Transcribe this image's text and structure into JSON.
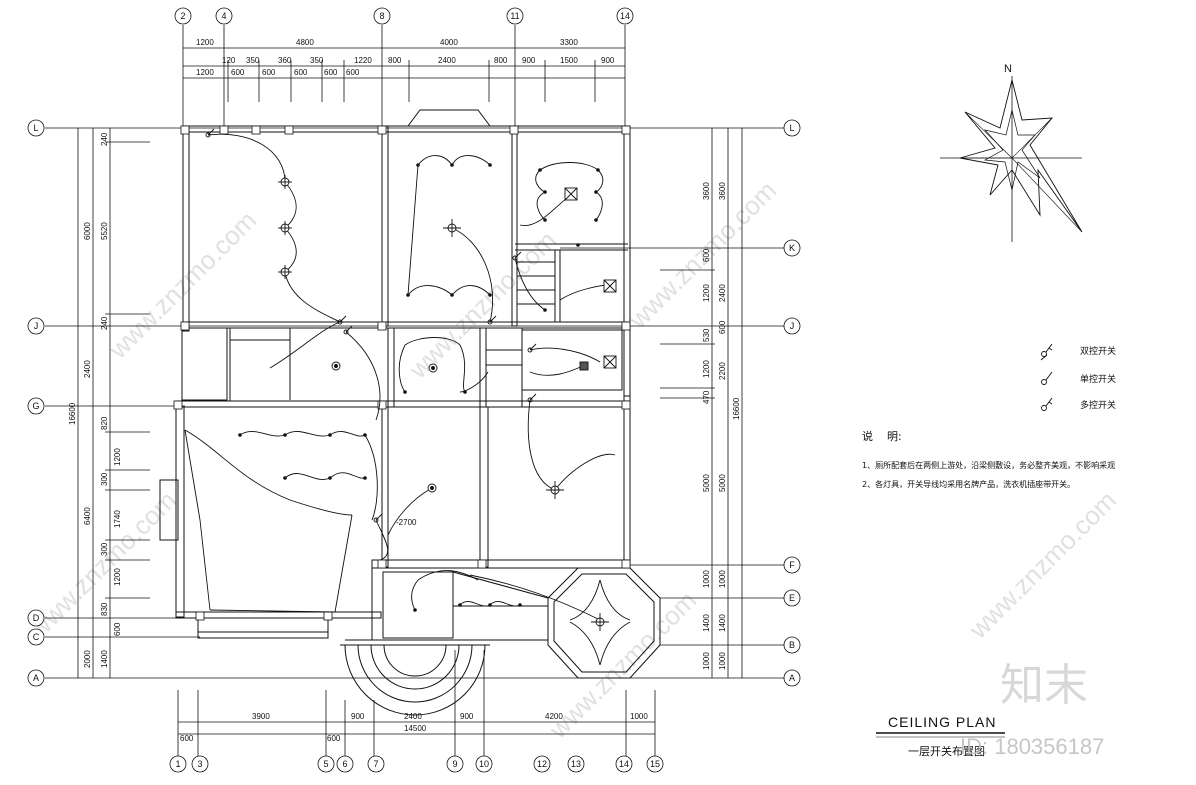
{
  "title": {
    "english": "CEILING PLAN",
    "chinese": "一层开关布置图"
  },
  "north_label": "N",
  "grid_top": [
    "2",
    "4",
    "8",
    "11",
    "14"
  ],
  "grid_bottom": [
    "1",
    "3",
    "5",
    "6",
    "7",
    "9",
    "10",
    "12",
    "13",
    "14",
    "15"
  ],
  "grid_left": [
    "L",
    "J",
    "G",
    "D",
    "C",
    "A"
  ],
  "grid_right": [
    "L",
    "K",
    "J",
    "F",
    "E",
    "B",
    "A"
  ],
  "dims_top_1": [
    "1200",
    "4800",
    "4000",
    "3300"
  ],
  "dims_top_2": [
    "120",
    "350",
    "360",
    "350",
    "1220",
    "800",
    "2400",
    "800",
    "900",
    "1500",
    "900"
  ],
  "dims_top_3": [
    "1200",
    "600",
    "600",
    "600",
    "600",
    "600"
  ],
  "dims_left_outer": [
    "6000",
    "2400",
    "6400",
    "2000",
    "16600"
  ],
  "dims_left_inner": [
    "240",
    "5520",
    "240",
    "820",
    "1200",
    "300",
    "1740",
    "300",
    "1200",
    "830",
    "600",
    "1400"
  ],
  "dims_right_inner": [
    "3600",
    "600",
    "1200",
    "530",
    "1200",
    "470",
    "5000",
    "1000",
    "1400",
    "1000"
  ],
  "dims_right_outer": [
    "3600",
    "2400",
    "600",
    "2200",
    "16600",
    "5000",
    "1000",
    "1400",
    "1000"
  ],
  "dims_bottom_1": [
    "3900",
    "900",
    "2400",
    "900",
    "4200",
    "1000"
  ],
  "dims_bottom_2": [
    "600",
    "14500",
    "600"
  ],
  "elevation_label": "-2700",
  "legend": {
    "items": [
      {
        "icon": "double-switch-icon",
        "label": "双控开关"
      },
      {
        "icon": "single-switch-icon",
        "label": "单控开关"
      },
      {
        "icon": "multi-switch-icon",
        "label": "多控开关"
      }
    ]
  },
  "notes": {
    "heading": "说    明:",
    "items": [
      "1、厕所配套后在两侧上游处，沿梁侧敷设，务必整齐美观，不影响采观",
      "2、各灯具，开关导线均采用名牌产品，洗衣机插座带开关。"
    ]
  },
  "watermarks": {
    "site": "www.znzmo.com",
    "brand": "知末",
    "id": "ID: 180356187"
  },
  "colors": {
    "ink": "#111111",
    "watermark": "#c8c8c8"
  }
}
